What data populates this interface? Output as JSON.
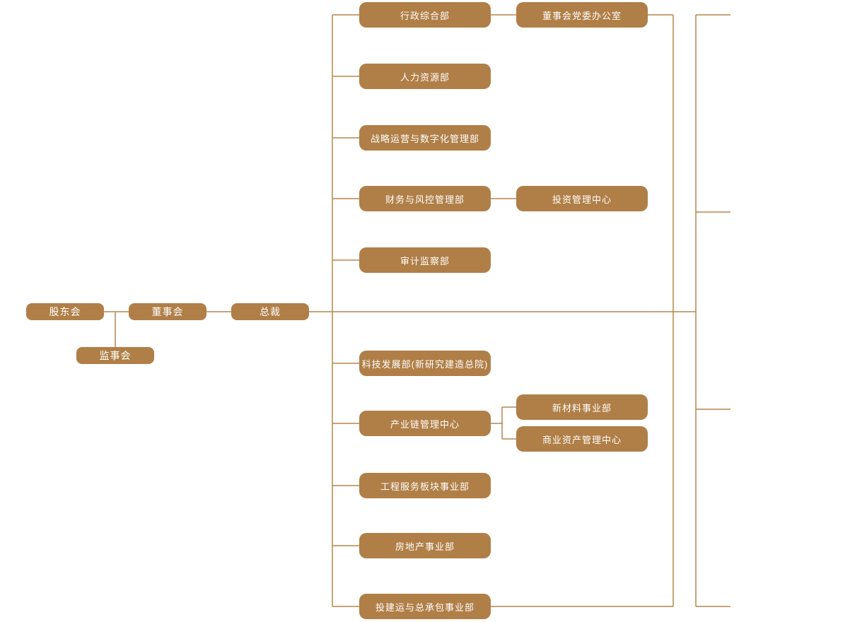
{
  "colors": {
    "node_fill": "#b07f47",
    "line": "#b5854c",
    "text": "#ffffff",
    "background": "#ffffff"
  },
  "governance": {
    "shareholders_label": "股东会",
    "board_label": "董事会",
    "president_label": "总裁",
    "supervisory_label": "监事会"
  },
  "departments": [
    "行政综合部",
    "人力资源部",
    "战略运营与数字化管理部",
    "财务与风控管理部",
    "审计监察部",
    "科技发展部(新研究建造总院)",
    "产业链管理中心",
    "工程服务板块事业部",
    "房地产事业部",
    "投建运与总承包事业部"
  ],
  "affiliated_units": [
    "董事会党委办公室",
    "投资管理中心",
    "新材料事业部",
    "商业资产管理中心"
  ]
}
